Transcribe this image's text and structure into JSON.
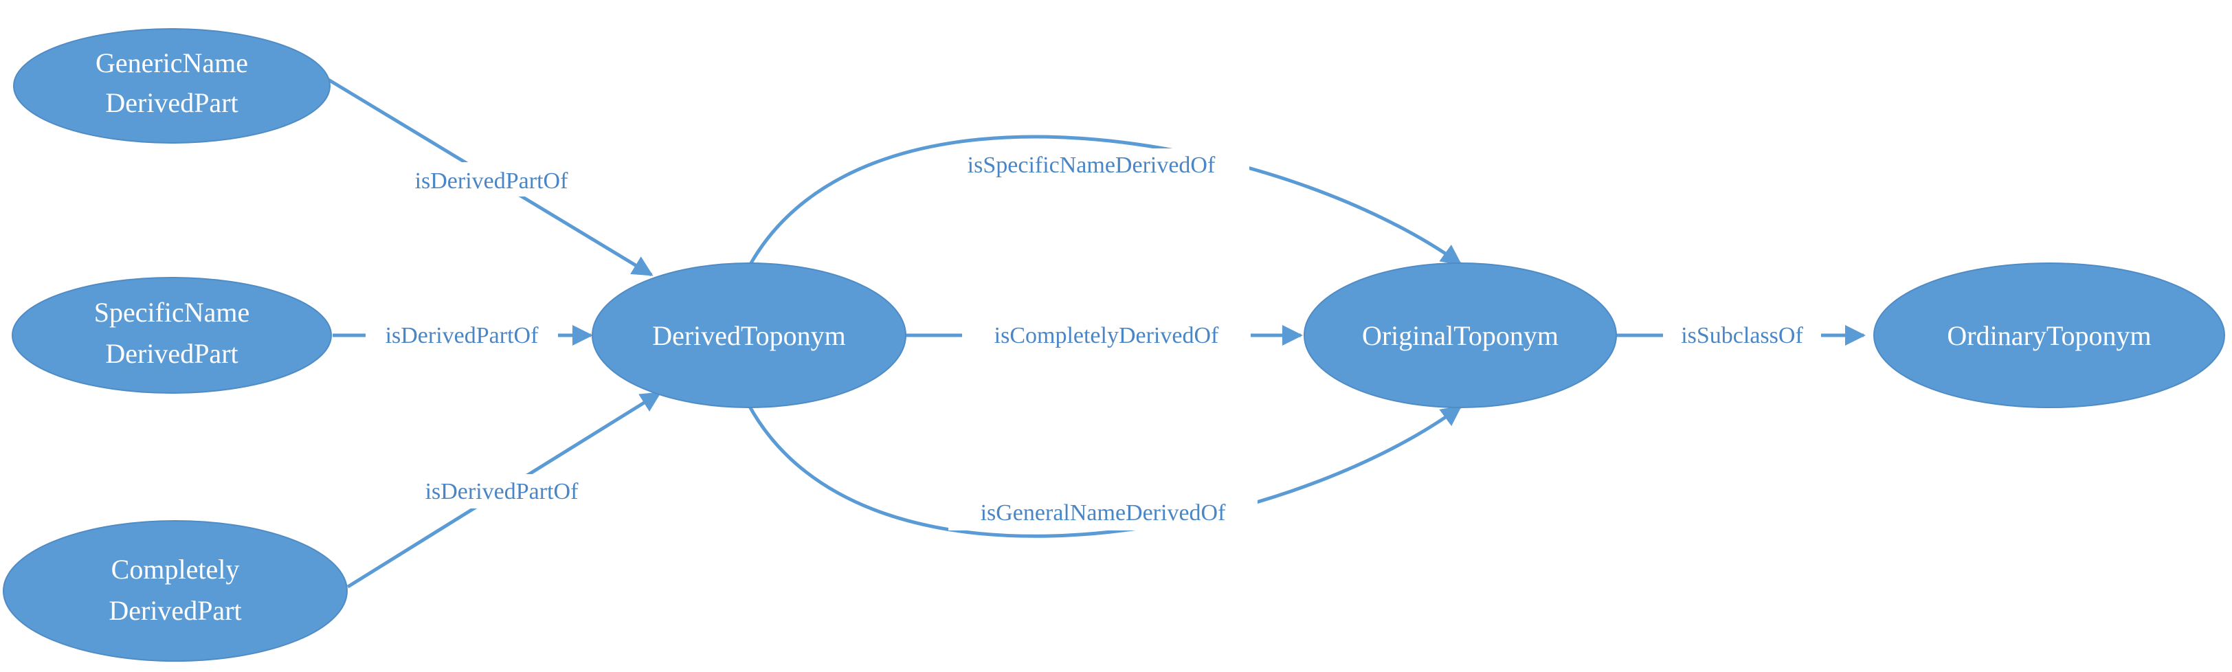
{
  "colors": {
    "node_fill": "#5B9BD5",
    "edge": "#5B9BD5",
    "edge_label": "#4A86C6",
    "node_text": "#FFFFFF",
    "background": "#FFFFFF"
  },
  "nodes": {
    "generic": {
      "lines": [
        "GenericName",
        "DerivedPart"
      ]
    },
    "specific": {
      "lines": [
        "SpecificName",
        "DerivedPart"
      ]
    },
    "completely": {
      "lines": [
        "Completely",
        "DerivedPart"
      ]
    },
    "derived": {
      "lines": [
        "DerivedToponym"
      ]
    },
    "original": {
      "lines": [
        "OriginalToponym"
      ]
    },
    "ordinary": {
      "lines": [
        "OrdinaryToponym"
      ]
    }
  },
  "edges": {
    "generic_to_derived": "isDerivedPartOf",
    "specific_to_derived": "isDerivedPartOf",
    "completely_to_derived": "isDerivedPartOf",
    "derived_to_original_specific": "isSpecificNameDerivedOf",
    "derived_to_original_completely": "isCompletelyDerivedOf",
    "derived_to_original_general": "isGeneralNameDerivedOf",
    "original_to_ordinary": "isSubclassOf"
  }
}
